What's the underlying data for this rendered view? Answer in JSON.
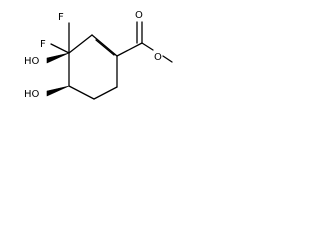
{
  "molecule": {
    "atom_labels": {
      "fluorine_1": "F",
      "fluorine_2": "F",
      "hydroxyl_1": "HO",
      "hydroxyl_2": "HO",
      "carbonyl_oxygen": "O",
      "ester_oxygen": "O"
    }
  }
}
